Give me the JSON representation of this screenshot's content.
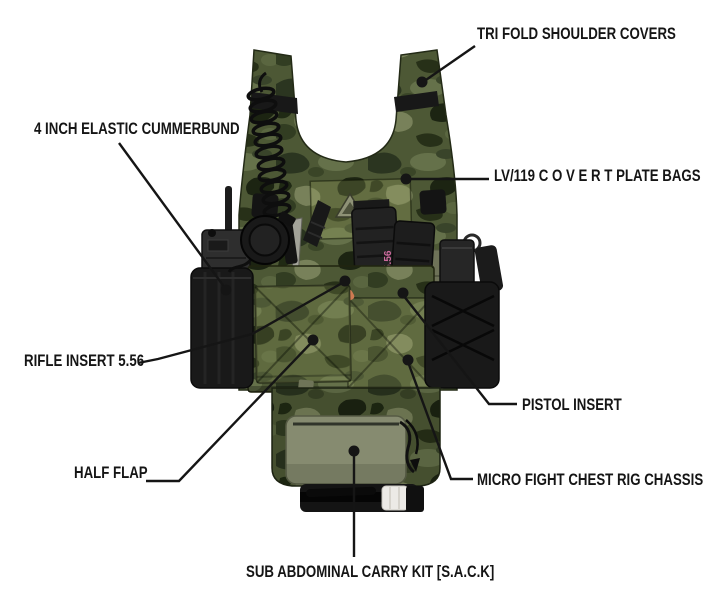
{
  "diagram": {
    "background": "#ffffff",
    "subject": "camouflage micro chest rig vest, front view, with radio, magazines and pouches",
    "callouts": [
      {
        "id": "tri-fold-shoulder-covers",
        "text": "TRI FOLD SHOULDER COVERS"
      },
      {
        "id": "elastic-cummerbund",
        "text": "4 INCH ELASTIC CUMMERBUND"
      },
      {
        "id": "covert-plate-bags",
        "text": "LV/119 C O V E R T PLATE BAGS"
      },
      {
        "id": "rifle-insert",
        "text": "RIFLE INSERT 5.56"
      },
      {
        "id": "pistol-insert",
        "text": "PISTOL INSERT"
      },
      {
        "id": "half-flap",
        "text": "HALF FLAP"
      },
      {
        "id": "chest-rig-chassis",
        "text": "MICRO FIGHT CHEST RIG CHASSIS"
      },
      {
        "id": "sub-abdominal-carry-kit",
        "text": "SUB ABDOMINAL CARRY KIT [S.A.C.K]"
      }
    ],
    "markings": {
      "magazine_caliber": "5.56"
    },
    "colors": {
      "label_text": "#151515",
      "leader_line": "#151515",
      "camo_base": "#4d5835",
      "camo_dark": "#1c2412",
      "camo_light": "#78815a",
      "gear_black": "#191919",
      "sack_panel_olive": "#868b70",
      "webbing_olive": "#6e7258",
      "chemlight_orange": "#cf7b52",
      "mag_marking_pink": "#cf6b9f",
      "first_aid_white": "#eceae6"
    }
  }
}
